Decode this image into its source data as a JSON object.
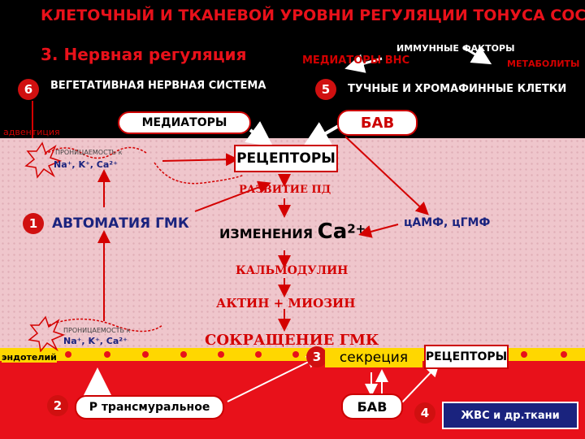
{
  "title": "КЛЕТОЧНЫЙ И ТКАНЕВОЙ УРОВНИ РЕГУЛЯЦИИ ТОНУСА СОСУДОВ",
  "subtitle": "3. Нервная регуляция",
  "top": {
    "immune_factors": "ИММУННЫЕ ФАКТОРЫ",
    "mediators_vns": "МЕДИАТОРЫ ВНС",
    "metabolites": "МЕТАБОЛИТЫ",
    "autonomic_ns": "ВЕГЕТАТИВНАЯ НЕРВНАЯ СИСТЕМА",
    "mast_cells": "ТУЧНЫЕ И ХРОМАФИННЫЕ КЛЕТКИ",
    "mediators": "МЕДИАТОРЫ",
    "bav": "БАВ",
    "adventitia": "адвентиция"
  },
  "badges": {
    "n6": "6",
    "n5": "5",
    "n1": "1",
    "n3": "3",
    "n2": "2",
    "n4": "4"
  },
  "middle": {
    "perm_top_label": "ПРОНИЦАЕМОСТЬ к",
    "ions_top": "Na⁺, K⁺, Ca²⁺",
    "receptors": "РЕЦЕПТОРЫ",
    "pd_development": "РАЗВИТИЕ ПД",
    "automatism": "АВТОМАТИЯ ГМК",
    "ca_change_prefix": "ИЗМЕНЕНИЯ ",
    "ca_symbol": "Ca",
    "ca_charge": "2+",
    "camp_cgmp": "цАМФ, цГМФ",
    "calmodulin": "КАЛЬМОДУЛИН",
    "actin_myosin": "АКТИН + МИОЗИН",
    "perm_bottom_label": "ПРОНИЦАЕМОСТЬ к",
    "ions_bottom": "Na⁺, K⁺, Ca²⁺",
    "contraction": "СОКРАЩЕНИЕ ГМК"
  },
  "bottom": {
    "endothelium": "эндотелий",
    "secretion": "секреция",
    "receptors": "РЕЦЕПТОРЫ",
    "transmural": "Р трансмуральное",
    "bav": "БАВ",
    "other_tissues": "ЖВС и др.ткани"
  },
  "colors": {
    "red": "#e8111a",
    "black": "#000000",
    "yellow": "#ffd700",
    "pink": "#efc6cc",
    "white": "#ffffff"
  }
}
